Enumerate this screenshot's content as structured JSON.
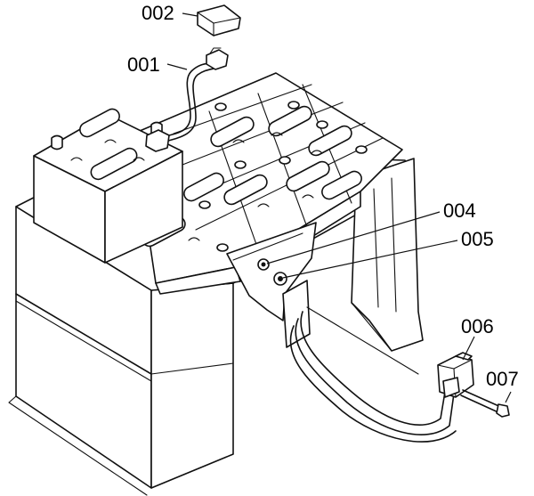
{
  "diagram": {
    "part_labels": [
      {
        "id": "002",
        "text": "002"
      },
      {
        "id": "001",
        "text": "001"
      },
      {
        "id": "004",
        "text": "004"
      },
      {
        "id": "005",
        "text": "005"
      },
      {
        "id": "006",
        "text": "006"
      },
      {
        "id": "007",
        "text": "007"
      }
    ]
  }
}
